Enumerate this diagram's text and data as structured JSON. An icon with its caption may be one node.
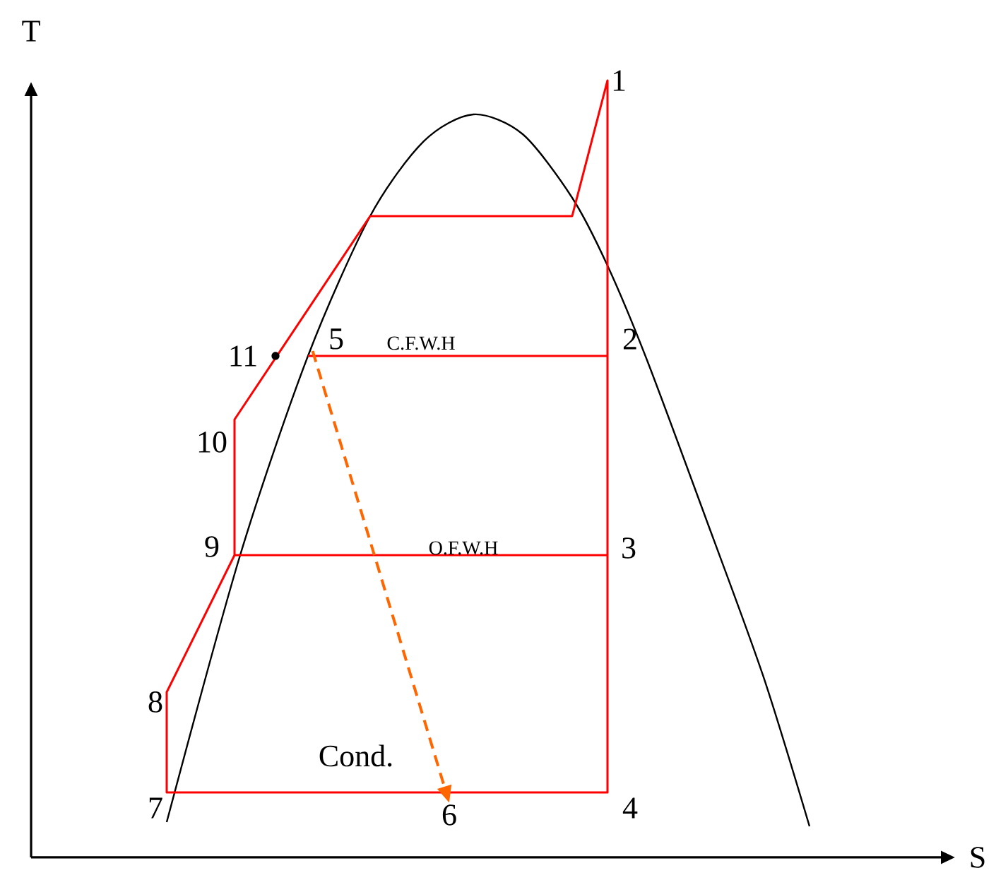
{
  "diagram": {
    "nodes": [
      {
        "text": [
          "5"
        ]
      },
      {
        "text": [
          "6"
        ]
      }
    ],
    "edges": [
      {
        "from": 0,
        "to": 1,
        "arrow": "to",
        "style": "dashed",
        "color": "#ff6600"
      }
    ],
    "labels": [
      "T",
      "1",
      "C.F.W.H",
      "11",
      "2",
      "10",
      "9",
      "O.F.W.H",
      "3",
      "8",
      "Cond.",
      "7",
      "4",
      "S"
    ]
  }
}
